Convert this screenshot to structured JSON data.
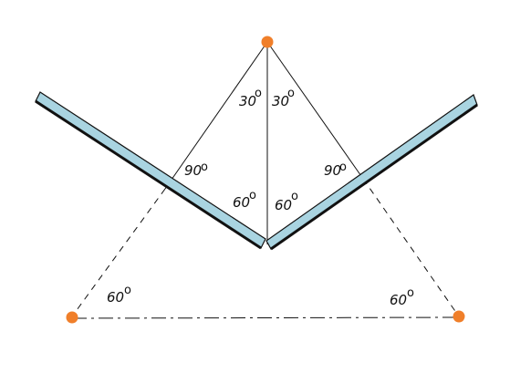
{
  "colors": {
    "background": "#ffffff",
    "mirror_fill": "#a9d4e1",
    "mirror_edge": "#111111",
    "light_source": "#f07f2a",
    "ray_line": "#111111"
  },
  "labels": {
    "apex_left_angle": "30",
    "apex_right_angle": "30",
    "incidence_left_angle": "90",
    "incidence_right_angle": "90",
    "vertex_left_angle": "60",
    "vertex_right_angle": "60",
    "base_left_angle": "60",
    "base_right_angle": "60",
    "degree_mark": "o"
  },
  "icons": {
    "top_point": "orange-dot-icon",
    "bottom_left_point": "orange-dot-icon",
    "bottom_right_point": "orange-dot-icon"
  }
}
